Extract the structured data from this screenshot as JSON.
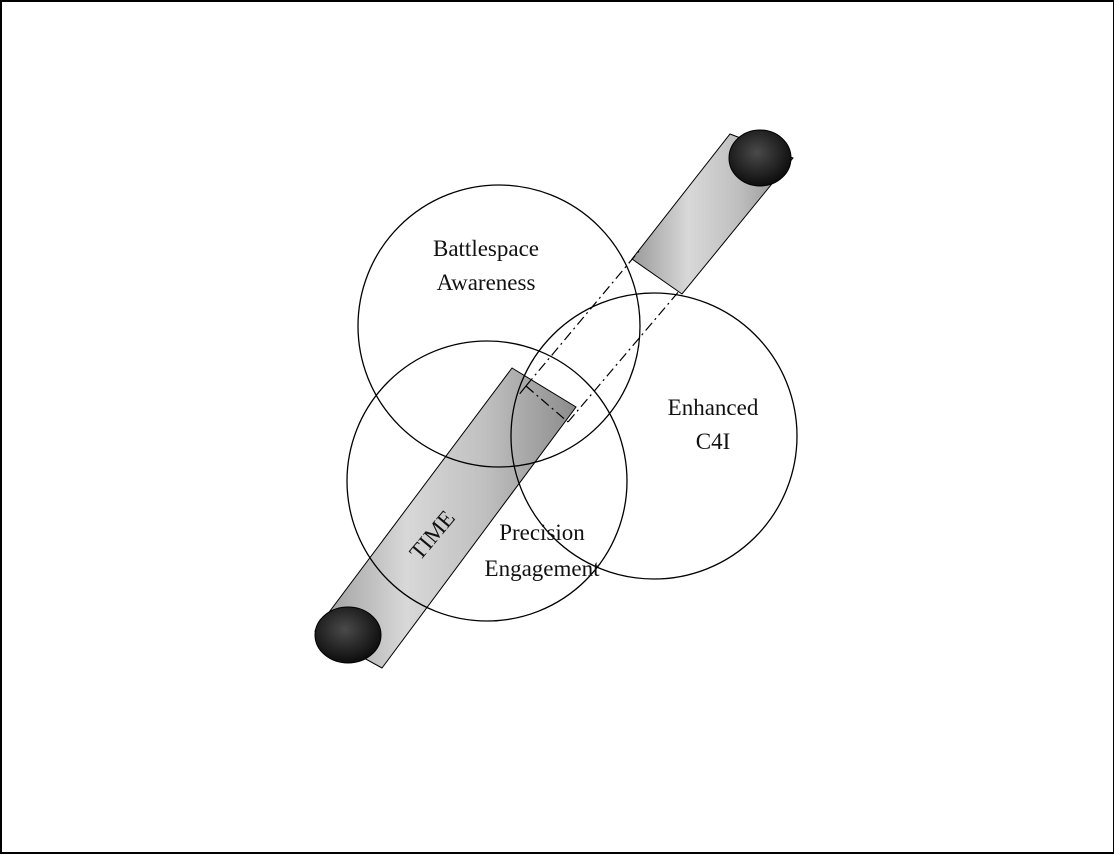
{
  "diagram": {
    "circles": [
      {
        "name": "battlespace-awareness",
        "lines": [
          "Battlespace",
          "Awareness"
        ]
      },
      {
        "name": "enhanced-c4i",
        "lines": [
          "Enhanced",
          "C4I"
        ]
      },
      {
        "name": "precision-engagement",
        "lines": [
          "Precision",
          "Engagement"
        ]
      }
    ],
    "axis_label": "TIME"
  },
  "colors": {
    "tube_fill": "#c4c4c4",
    "tube_cap": "#1a1a1a",
    "stroke": "#000000"
  }
}
